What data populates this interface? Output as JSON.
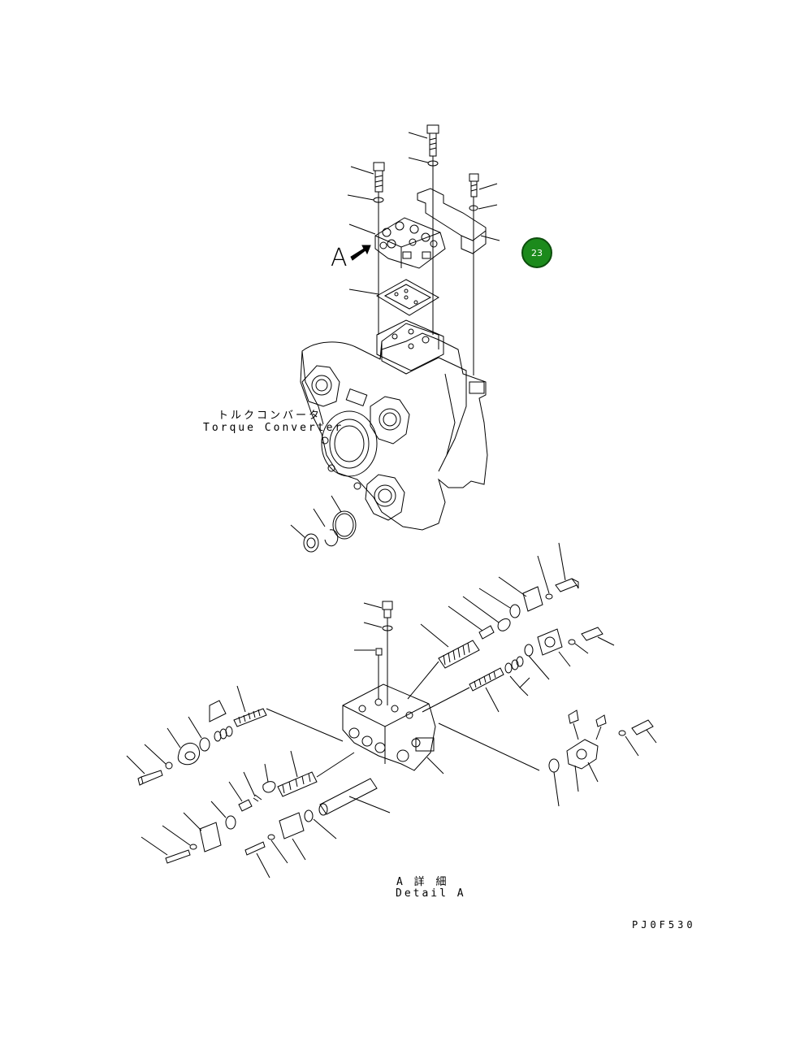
{
  "callout": {
    "number": "23",
    "color": "#1c8a1c"
  },
  "view_marker": "A",
  "torque_converter": {
    "jp": "トルクコンバータ",
    "en": "Torque Converter"
  },
  "detail": {
    "jp": "A 詳 細",
    "en": "Detail A"
  },
  "drawing_code": "PJ0F530"
}
